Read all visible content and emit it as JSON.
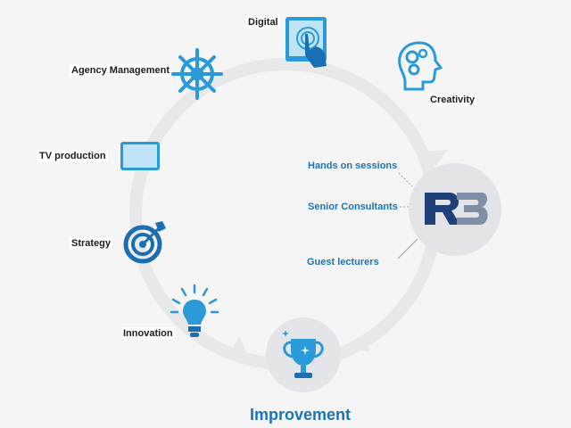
{
  "cycle": {
    "items": [
      {
        "label": "Digital",
        "icon": "tablet-touch-icon"
      },
      {
        "label": "Creativity",
        "icon": "brain-gears-icon"
      },
      {
        "label": "Agency Management",
        "icon": "ship-wheel-icon"
      },
      {
        "label": "TV production",
        "icon": "tv-screen-icon"
      },
      {
        "label": "Strategy",
        "icon": "target-arrow-icon"
      },
      {
        "label": "Innovation",
        "icon": "lightbulb-icon"
      }
    ],
    "result": {
      "label": "Improvement",
      "icon": "trophy-icon"
    }
  },
  "hub": {
    "logo_icon": "r3-logo-icon",
    "features": [
      "Hands on sessions",
      "Senior Consultants",
      "Guest lecturers"
    ]
  },
  "colors": {
    "accent": "#1a74b8",
    "icon_blue": "#2a9ad8",
    "ring": "#e6e6e7",
    "hub": "#e4e5e8"
  }
}
